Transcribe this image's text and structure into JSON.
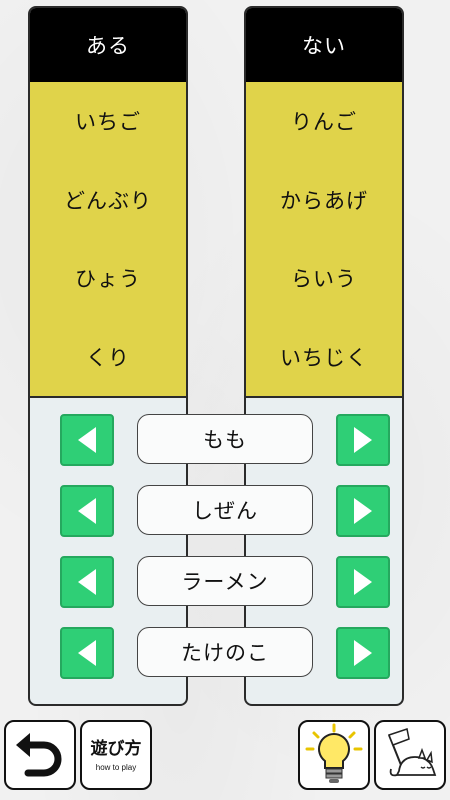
{
  "columns": {
    "left": {
      "header": "ある",
      "items": [
        "いちご",
        "どんぶり",
        "ひょう",
        "くり"
      ]
    },
    "right": {
      "header": "ない",
      "items": [
        "りんご",
        "からあげ",
        "らいう",
        "いちじく"
      ]
    }
  },
  "choices": [
    "もも",
    "しぜん",
    "ラーメン",
    "たけのこ"
  ],
  "toolbar": {
    "howto_jp": "遊び方",
    "howto_en": "how to play"
  },
  "icons": {
    "undo": "undo-arrow-icon",
    "hint": "lightbulb-icon",
    "giveup": "sleeping-cat-flag-icon"
  },
  "colors": {
    "arrow_green": "#2fcf76",
    "column_yellow": "#e0d34a",
    "header_black": "#000000"
  }
}
